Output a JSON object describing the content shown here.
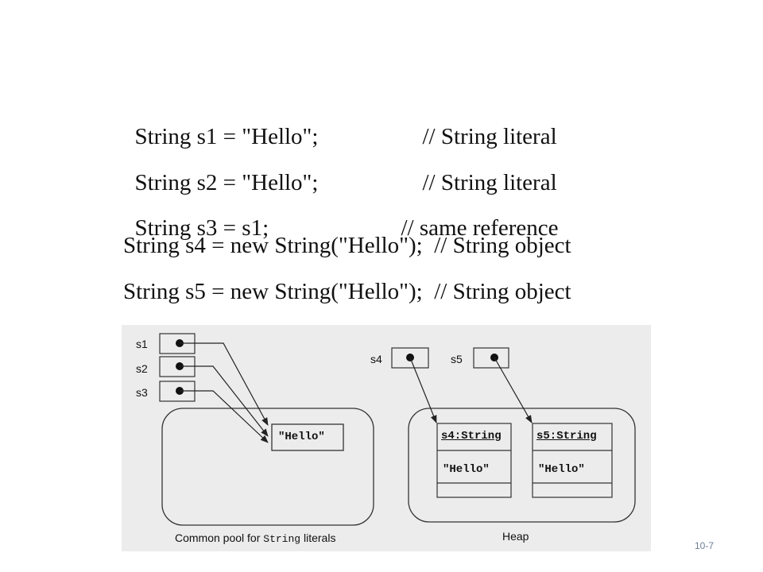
{
  "code": {
    "line1": {
      "stmt": "String s1 = \"Hello\";",
      "comment": "// String literal"
    },
    "line2": {
      "stmt": "String s2 = \"Hello\";",
      "comment": "// String literal"
    },
    "line3": {
      "stmt": "String s3 = s1;",
      "comment": "// same reference"
    },
    "line4": "String s4 = new String(\"Hello\");  // String object",
    "line5": "String s5 = new String(\"Hello\");  // String object"
  },
  "diagram": {
    "refs": {
      "s1": "s1",
      "s2": "s2",
      "s3": "s3",
      "s4": "s4",
      "s5": "s5"
    },
    "pool_value": "\"Hello\"",
    "heap_objects": [
      {
        "type": "s4:String",
        "value": "\"Hello\""
      },
      {
        "type": "s5:String",
        "value": "\"Hello\""
      }
    ],
    "pool_caption_prefix": "Common pool for ",
    "pool_caption_code": "String",
    "pool_caption_suffix": " literals",
    "heap_caption": "Heap"
  },
  "slide_number": "10-7"
}
